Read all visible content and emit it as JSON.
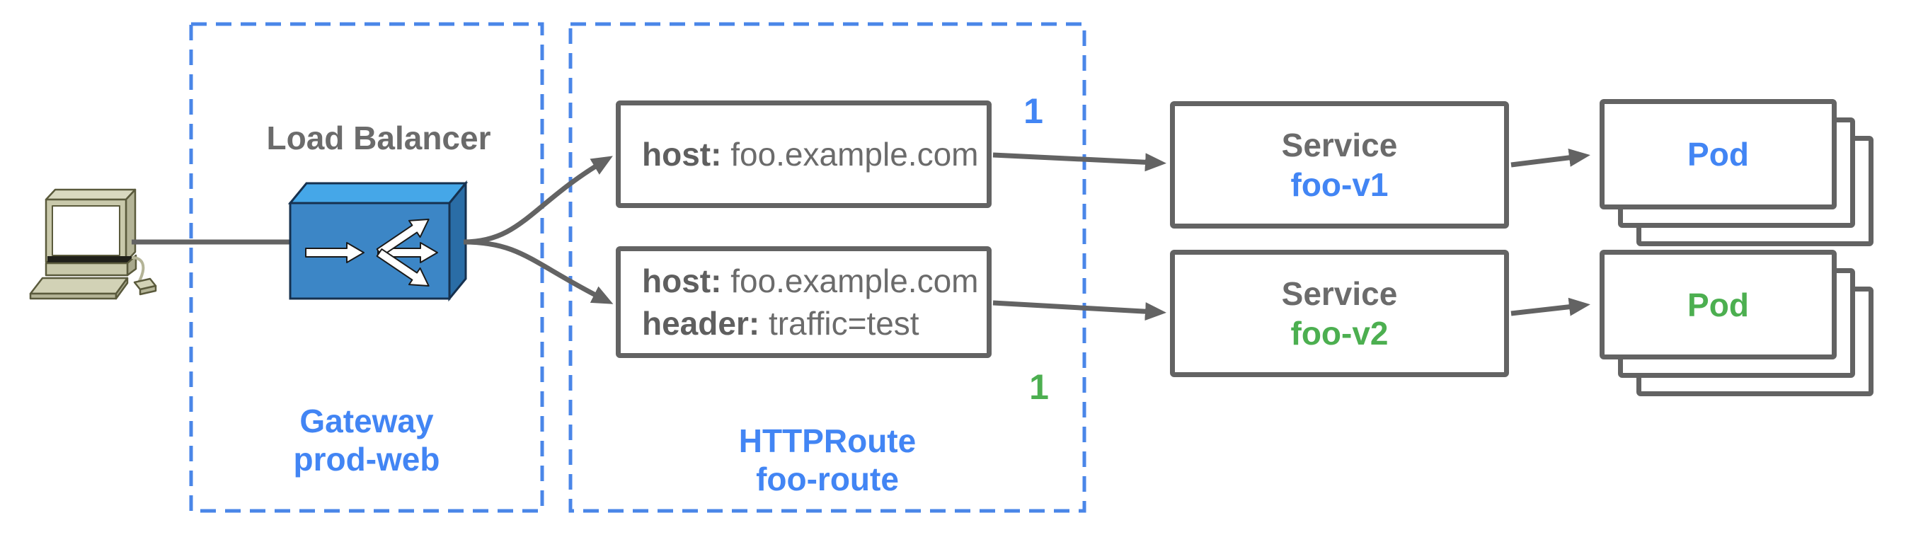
{
  "palette": {
    "blue": "#4285f4",
    "green": "#4caf50",
    "gray": "#6b6b6b",
    "dash_blue": "#4a86e8",
    "connector_gray": "#636363"
  },
  "icons": {
    "client": "desktop-computer-icon",
    "load_balancer": "load-balancer-icon"
  },
  "gateway": {
    "title": "Load Balancer",
    "label_line1": "Gateway",
    "label_line2": "prod-web"
  },
  "httproute": {
    "label_line1": "HTTPRoute",
    "label_line2": "foo-route",
    "rules": [
      {
        "line1_key": "host:",
        "line1_value": "foo.example.com",
        "weight": "1",
        "weight_color": "blue"
      },
      {
        "line1_key": "host:",
        "line1_value": "foo.example.com",
        "line2_key": "header:",
        "line2_value": "traffic=test",
        "weight": "1",
        "weight_color": "green"
      }
    ]
  },
  "services": [
    {
      "title": "Service",
      "name": "foo-v1",
      "color": "blue"
    },
    {
      "title": "Service",
      "name": "foo-v2",
      "color": "green"
    }
  ],
  "pods": [
    {
      "label": "Pod",
      "color": "blue"
    },
    {
      "label": "Pod",
      "color": "green"
    }
  ]
}
